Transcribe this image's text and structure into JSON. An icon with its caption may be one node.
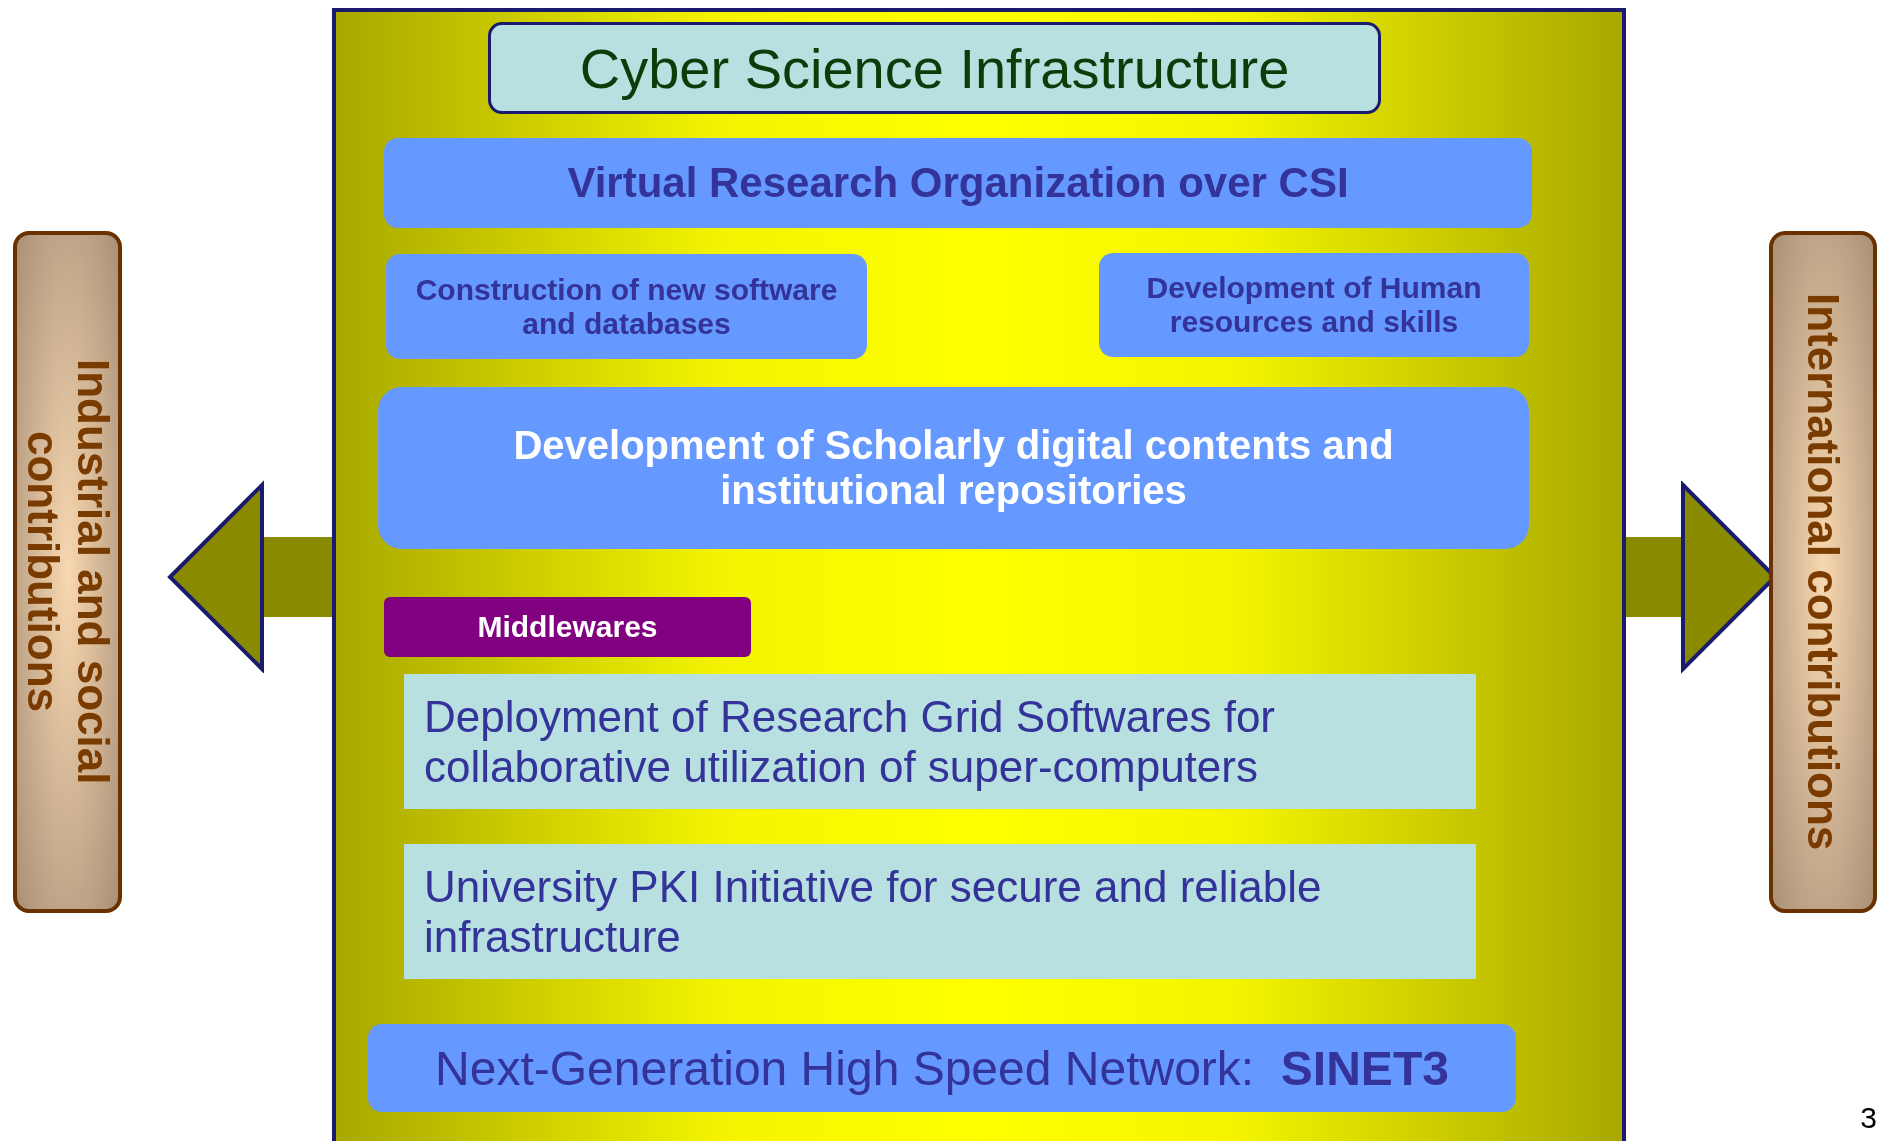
{
  "diagram": {
    "nodes": [
      {
        "text": [],
        "shape": "box"
      },
      {
        "text": [
          "Cyber Science Infrastructure"
        ],
        "in": 0
      },
      {
        "text": [
          "Virtual Research Organization over CSI"
        ],
        "in": 0
      },
      {
        "text": [
          "Construction of new software and databases"
        ],
        "in": 0
      },
      {
        "text": [
          "Development of Human resources and skills"
        ],
        "in": 0
      },
      {
        "text": [
          "Development of Scholarly digital contents and institutional repositories"
        ],
        "in": 0
      },
      {
        "text": [
          "Middlewares"
        ],
        "in": 0
      },
      {
        "text": [
          "Deployment of Research Grid Softwares for collaborative utilization of super-computers"
        ],
        "in": 0
      },
      {
        "text": [
          "University PKI Initiative for secure and reliable infrastructure"
        ],
        "in": 0
      },
      {
        "text": [
          "Next-Generation High Speed Network:  **SINET3**"
        ],
        "in": 0
      },
      {
        "text": [
          "Industrial and social contributions"
        ]
      },
      {
        "text": [
          "International contributions"
        ]
      }
    ],
    "edges": [
      {
        "from": 0,
        "to": 10,
        "arrow": "to"
      },
      {
        "from": 0,
        "to": 11,
        "arrow": "to"
      }
    ],
    "labels": [
      "3"
    ]
  }
}
